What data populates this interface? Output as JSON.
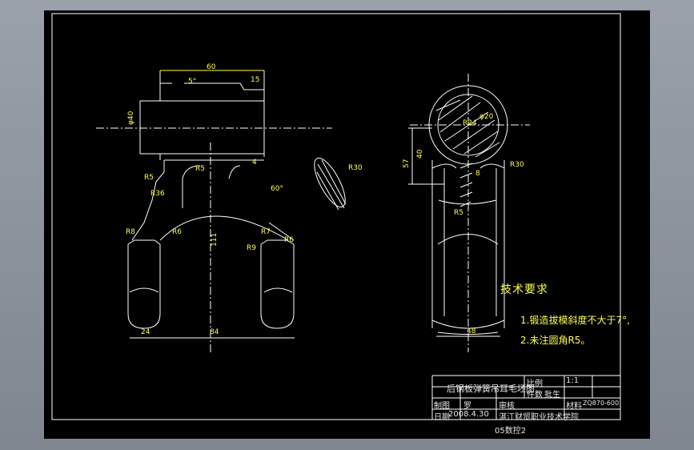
{
  "colors": {
    "background": "#000000",
    "frame": "#ffffff",
    "geometry": "#ffffff",
    "notes": "#ffff4d",
    "desktop": "#8b929b"
  },
  "dims": {
    "top_width": "60",
    "step": "15",
    "dia": "φ40",
    "angle_top": "5°",
    "r_left_a": "R5",
    "r_left_b": "R36",
    "r_left_c": "R8",
    "r_left_d": "R6",
    "r_mid": "R5",
    "height_mid": "111",
    "r_arc": "R9",
    "r_right": "R7",
    "angle_right": "60°",
    "r_fillet": "R6",
    "len_right": "4",
    "bottom_left": "24",
    "bottom_total": "84",
    "section_r": "R30",
    "side_dia_a": "R24",
    "side_dia_b": "φ20",
    "side_r": "R30",
    "side_h1": "40",
    "side_h2": "57",
    "side_a": "8",
    "side_b": "R5",
    "side_bottom": "48"
  },
  "notes": {
    "title": "技术要求",
    "line1": "1.锻造拔模斜度不大于7°,",
    "line2": "2.未注圆角R5。"
  },
  "title_block": {
    "part_name": "后钢板弹簧吊耳毛坯图",
    "scale_label": "比例",
    "scale_value": "1:1",
    "qty_label": "件数",
    "batch_label": "批生",
    "material_label": "材料",
    "drawing_no": "ZQ870-600",
    "drawn_label": "制图",
    "drawn_name": "罗",
    "checked_label": "审核",
    "date_label": "日期",
    "date_value": "2008.4.30",
    "school": "湛江财贸职业技术学院",
    "class_name": "05数控2"
  }
}
